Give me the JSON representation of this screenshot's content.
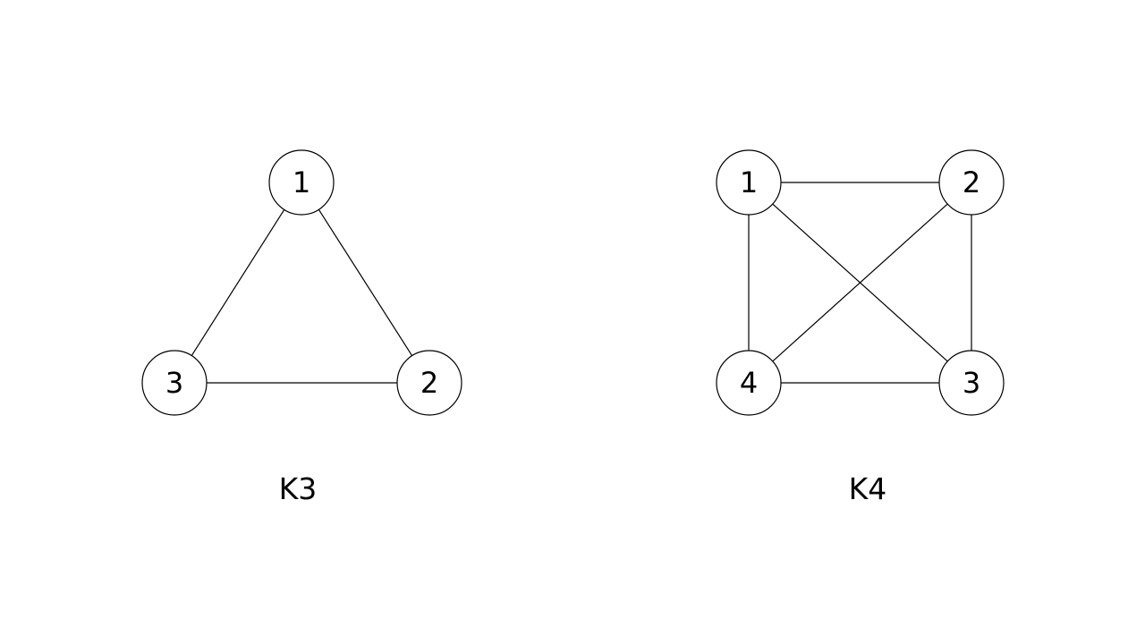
{
  "diagrams": [
    {
      "caption": "K3",
      "nodes": [
        {
          "id": "1",
          "label": "1"
        },
        {
          "id": "2",
          "label": "2"
        },
        {
          "id": "3",
          "label": "3"
        }
      ],
      "edges": [
        [
          "1",
          "2"
        ],
        [
          "1",
          "3"
        ],
        [
          "3",
          "2"
        ]
      ]
    },
    {
      "caption": "K4",
      "nodes": [
        {
          "id": "1",
          "label": "1"
        },
        {
          "id": "2",
          "label": "2"
        },
        {
          "id": "3",
          "label": "3"
        },
        {
          "id": "4",
          "label": "4"
        }
      ],
      "edges": [
        [
          "1",
          "2"
        ],
        [
          "1",
          "4"
        ],
        [
          "2",
          "3"
        ],
        [
          "4",
          "3"
        ],
        [
          "1",
          "3"
        ],
        [
          "2",
          "4"
        ]
      ]
    }
  ],
  "colors": {
    "stroke": "#000000",
    "node_fill": "#ffffff",
    "background": "#ffffff"
  }
}
